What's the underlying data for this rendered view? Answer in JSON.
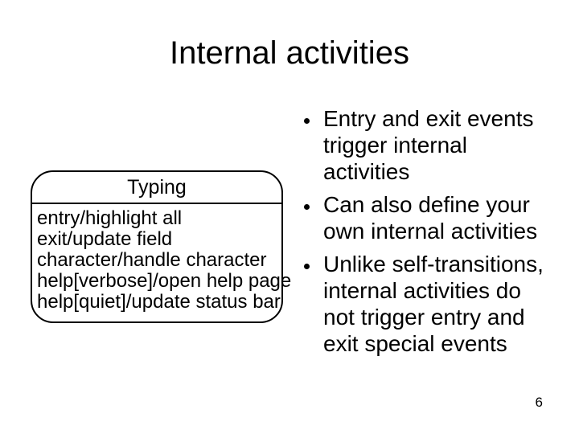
{
  "slide": {
    "title": "Internal activities",
    "page_number": "6"
  },
  "diagram": {
    "state_name": "Typing",
    "activities": [
      "entry/highlight all",
      "exit/update field",
      "character/handle character",
      "help[verbose]/open help page",
      "help[quiet]/update status bar"
    ]
  },
  "content": {
    "bullets": [
      {
        "text": "Entry and exit events\ntrigger internal\nactivities"
      },
      {
        "text": "Can also define your\nown internal activities"
      },
      {
        "text": "Unlike self-transitions,\ninternal activities do\nnot trigger entry and\nexit special events"
      }
    ]
  },
  "colors": {
    "background": "#ffffff",
    "text": "#000000",
    "diagram_border": "#000000"
  }
}
